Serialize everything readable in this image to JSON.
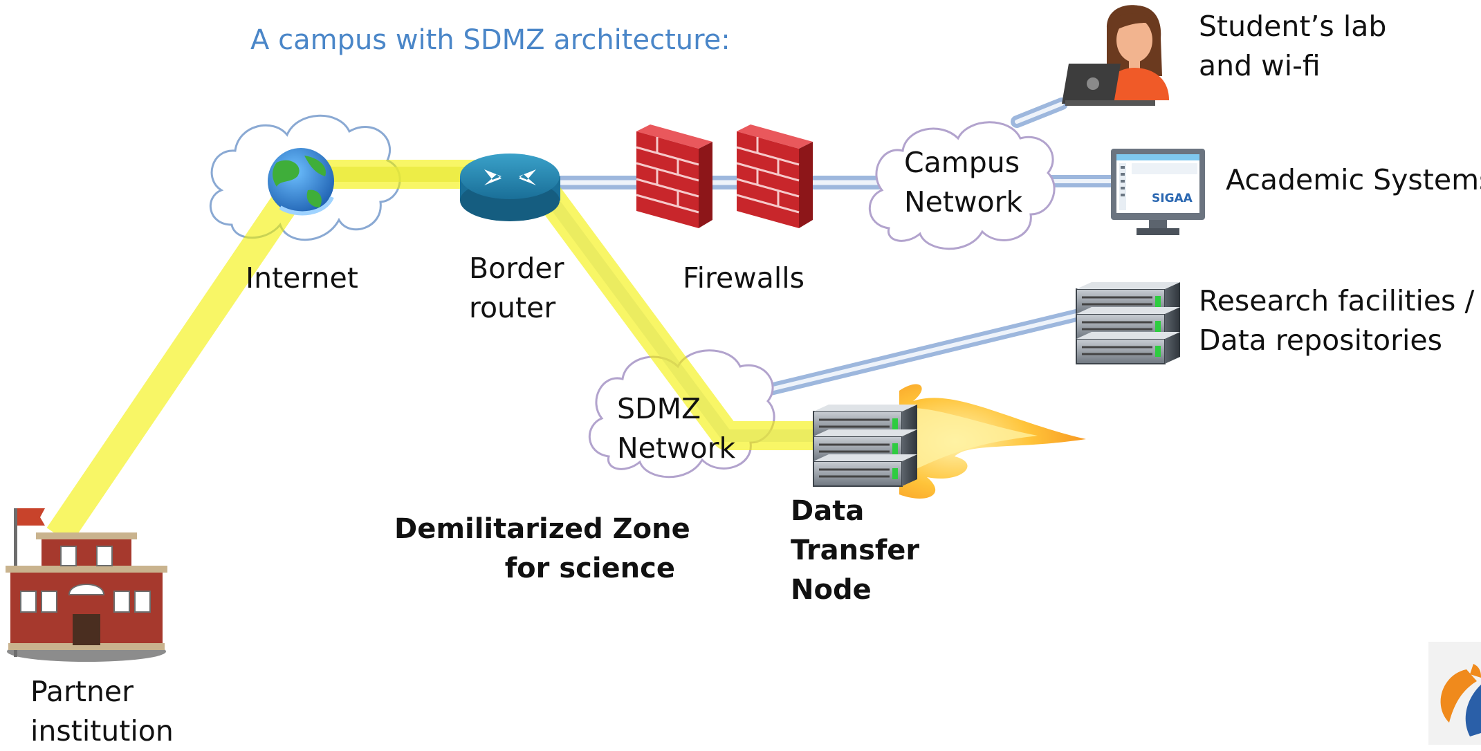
{
  "title": "A campus with SDMZ architecture:",
  "nodes": {
    "internet": "Internet",
    "border_router_line1": "Border",
    "border_router_line2": "router",
    "firewalls": "Firewalls",
    "campus_network_line1": "Campus",
    "campus_network_line2": "Network",
    "sdmz_network_line1": "SDMZ",
    "sdmz_network_line2": "Network",
    "student_lab_line1": "Student’s lab",
    "student_lab_line2": "and wi-fi",
    "academic_systems": "Academic Systems",
    "monitor_brand": "SIGAA",
    "research_line1": "Research facilities /",
    "research_line2": "Data repositories",
    "dmz_line1": "Demilitarized Zone",
    "dmz_line2": "for science",
    "dtn_line1": "Data",
    "dtn_line2": "Transfer",
    "dtn_line3": "Node",
    "partner_line1": "Partner",
    "partner_line2": "institution"
  },
  "colors": {
    "highlight": "#f4f000",
    "link": "#9db7dd",
    "cloud_internet": "#8aa9d3",
    "cloud_sdmz": "#b2a3cd",
    "firewall": "#c8262b",
    "title": "#4a86c8"
  },
  "icons": [
    "globe-icon",
    "router-icon",
    "firewall-icon",
    "student-laptop-icon",
    "monitor-icon",
    "server-rack-icon",
    "fire-icon",
    "school-building-icon",
    "logo-icon"
  ]
}
